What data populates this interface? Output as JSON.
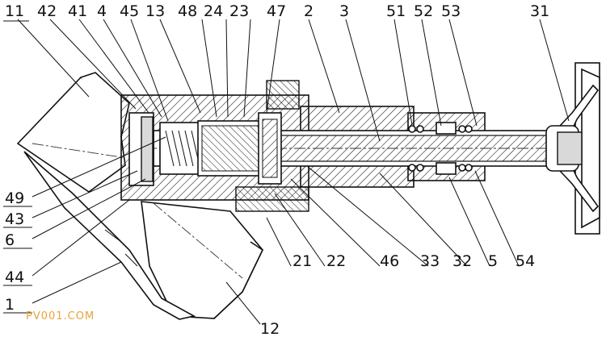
{
  "watermark": "PV001.COM",
  "labels": {
    "p11": "11",
    "p42": "42",
    "p41": "41",
    "p4": "4",
    "p45": "45",
    "p13": "13",
    "p48": "48",
    "p24": "24",
    "p23": "23",
    "p47": "47",
    "p2": "2",
    "p3": "3",
    "p51": "51",
    "p52": "52",
    "p53": "53",
    "p31": "31",
    "p49": "49",
    "p43": "43",
    "p6": "6",
    "p44": "44",
    "p1": "1",
    "p12": "12",
    "p21": "21",
    "p22": "22",
    "p46": "46",
    "p33": "33",
    "p32": "32",
    "p5": "5",
    "p54": "54"
  },
  "colors": {
    "line": "#111111",
    "hatch": "#111111",
    "watermark": "#e8a33c"
  }
}
